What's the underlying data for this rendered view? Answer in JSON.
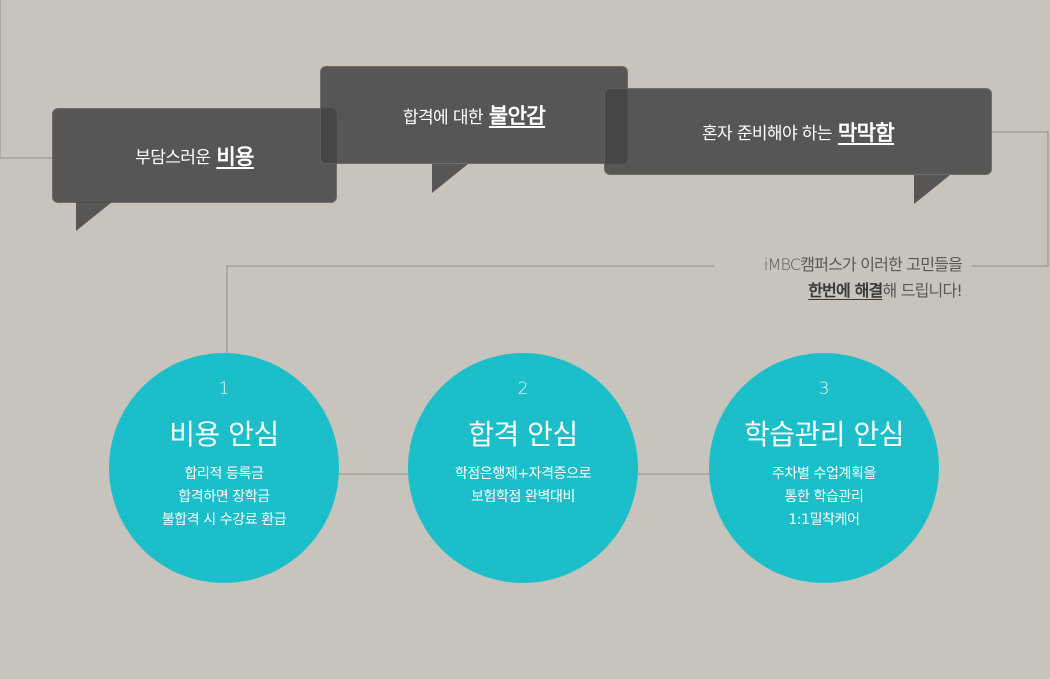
{
  "concerns": [
    {
      "text": "부담스러운",
      "emphasis": "비용"
    },
    {
      "text": "합격에 대한",
      "emphasis": "불안감"
    },
    {
      "text": "혼자 준비해야 하는",
      "emphasis": "막막함"
    }
  ],
  "message": {
    "line1": "iMBC캠퍼스가 이러한 고민들을",
    "emphasis": "한번에 해결",
    "line2_rest": "해 드립니다!"
  },
  "solutions": [
    {
      "number": "1",
      "title": "비용 안심",
      "lines": [
        "합리적 등록금",
        "합격하면 장학금",
        "불합격 시 수강료 환급"
      ]
    },
    {
      "number": "2",
      "title": "합격 안심",
      "lines": [
        "학점은행제+자격증으로",
        "보험학점 완벽대비"
      ]
    },
    {
      "number": "3",
      "title": "학습관리 안심",
      "lines": [
        "주차별 수업계획을",
        "통한 학습관리",
        "1:1밀착케어"
      ]
    }
  ],
  "colors": {
    "background": "#c6c4bc",
    "bubble": "#464442",
    "circle": "#1cbfc9",
    "line": "#8e8c86"
  }
}
